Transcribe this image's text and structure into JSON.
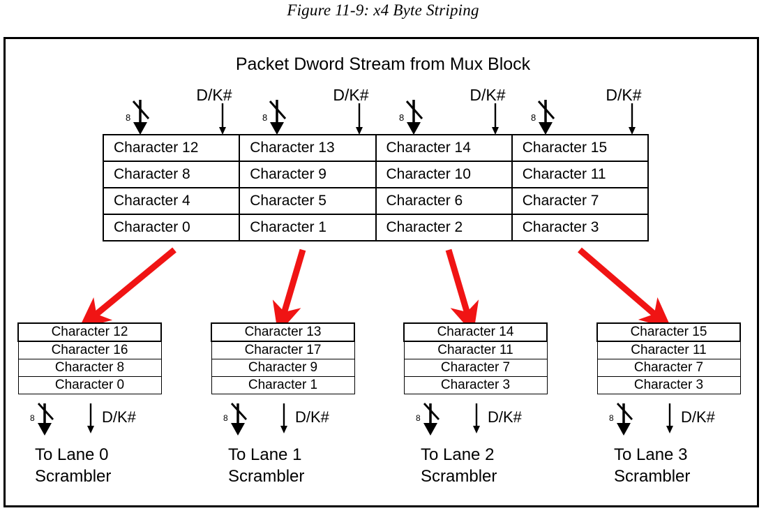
{
  "figure": {
    "caption": "Figure 11-9: x4 Byte Striping",
    "stream_heading": "Packet Dword Stream from Mux Block",
    "bus_width_label": "8",
    "control_signal_label": "D/K#",
    "arrow_color": "#f01414",
    "line_color": "#000000",
    "background": "#ffffff"
  },
  "dword_table": {
    "columns": 4,
    "rows": [
      [
        "Character 12",
        "Character 13",
        "Character 14",
        "Character 15"
      ],
      [
        "Character 8",
        "Character 9",
        "Character 10",
        "Character 11"
      ],
      [
        "Character 4",
        "Character 5",
        "Character 6",
        "Character 7"
      ],
      [
        "Character 0",
        "Character 1",
        "Character 2",
        "Character 3"
      ]
    ]
  },
  "top_signals": [
    {
      "bus": "8",
      "dk": "D/K#"
    },
    {
      "bus": "8",
      "dk": "D/K#"
    },
    {
      "bus": "8",
      "dk": "D/K#"
    },
    {
      "bus": "8",
      "dk": "D/K#"
    }
  ],
  "lanes": [
    {
      "id": 0,
      "cells": [
        "Character 12",
        "Character 16",
        "Character 8",
        "Character 0"
      ],
      "bus": "8",
      "dk": "D/K#",
      "caption_line1": "To Lane 0",
      "caption_line2": "Scrambler"
    },
    {
      "id": 1,
      "cells": [
        "Character 13",
        "Character 17",
        "Character 9",
        "Character 1"
      ],
      "bus": "8",
      "dk": "D/K#",
      "caption_line1": "To Lane 1",
      "caption_line2": "Scrambler"
    },
    {
      "id": 2,
      "cells": [
        "Character 14",
        "Character 11",
        "Character 7",
        "Character 3"
      ],
      "bus": "8",
      "dk": "D/K#",
      "caption_line1": "To Lane 2",
      "caption_line2": "Scrambler"
    },
    {
      "id": 3,
      "cells": [
        "Character 15",
        "Character 11",
        "Character 7",
        "Character 3"
      ],
      "bus": "8",
      "dk": "D/K#",
      "caption_line1": "To Lane 3",
      "caption_line2": "Scrambler"
    }
  ]
}
